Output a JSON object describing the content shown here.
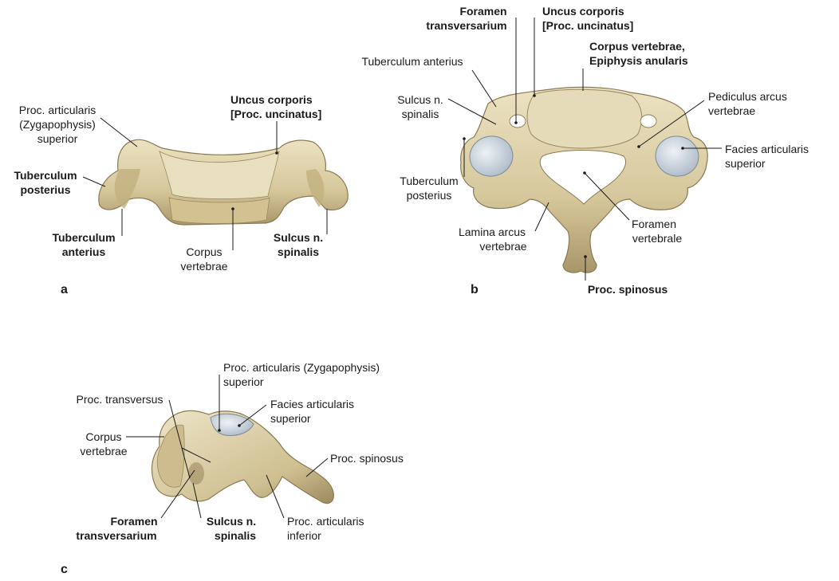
{
  "panels": {
    "a": "a",
    "b": "b",
    "c": "c"
  },
  "a": {
    "uncus": [
      "Uncus corporis",
      "[Proc. uncinatus]"
    ],
    "proc_artic_sup": [
      "Proc. articularis",
      "(Zygapophysis)",
      "superior"
    ],
    "tub_post": [
      "Tuberculum",
      "posterius"
    ],
    "tub_ant": [
      "Tuberculum",
      "anterius"
    ],
    "corpus": [
      "Corpus",
      "vertebrae"
    ],
    "sulcus": [
      "Sulcus n.",
      "spinalis"
    ]
  },
  "b": {
    "foramen_trans": [
      "Foramen",
      "transversarium"
    ],
    "uncus": [
      "Uncus corporis",
      "[Proc. uncinatus]"
    ],
    "corpus_epi": [
      "Corpus vertebrae,",
      "Epiphysis anularis"
    ],
    "tub_ant": "Tuberculum anterius",
    "sulcus": [
      "Sulcus n.",
      "spinalis"
    ],
    "pediculus": [
      "Pediculus arcus",
      "vertebrae"
    ],
    "facies": [
      "Facies articularis",
      "superior"
    ],
    "tub_post": [
      "Tuberculum",
      "posterius"
    ],
    "lamina": [
      "Lamina arcus",
      "vertebrae"
    ],
    "foramen_vert": [
      "Foramen",
      "vertebrale"
    ],
    "spinosus": "Proc. spinosus"
  },
  "c": {
    "proc_artic_sup": [
      "Proc. articularis (Zygapophysis)",
      "superior"
    ],
    "proc_trans": "Proc. transversus",
    "facies": [
      "Facies articularis",
      "superior"
    ],
    "corpus": [
      "Corpus",
      "vertebrae"
    ],
    "spinosus": "Proc. spinosus",
    "foramen_trans": [
      "Foramen",
      "transversarium"
    ],
    "sulcus": [
      "Sulcus n.",
      "spinalis"
    ],
    "proc_artic_inf": [
      "Proc. articularis",
      "inferior"
    ]
  },
  "colors": {
    "bone": "#d9cba0",
    "bone_dark": "#a8966a",
    "bone_light": "#ece2c2",
    "cartilage": "#c9d3dc"
  }
}
